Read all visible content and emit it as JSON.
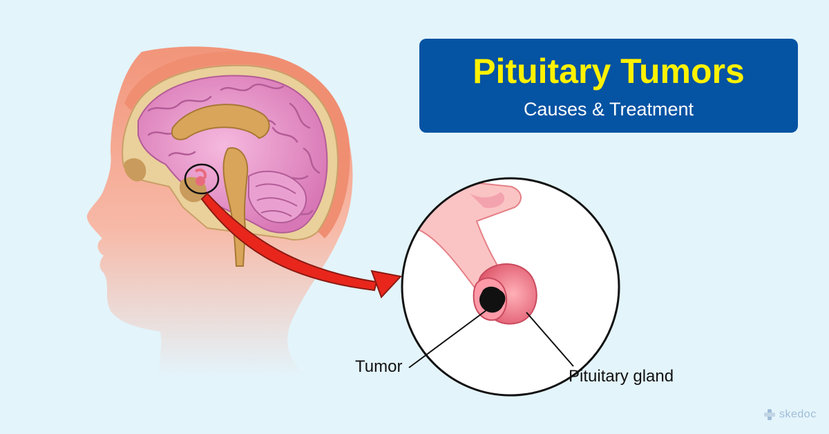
{
  "header": {
    "title": "Pituitary Tumors",
    "subtitle": "Causes & Treatment"
  },
  "labels": {
    "tumor": "Tumor",
    "gland": "Pituitary gland"
  },
  "logo": {
    "text": "skedoc"
  },
  "colors": {
    "background": "#e3f4fb",
    "title_box": "#0553a3",
    "title_text": "#fff200",
    "brain": "#e58bc4",
    "skull": "#e8c98f",
    "skin": "#f3a184",
    "arrow": "#e8261c",
    "gland": "#e86a7d"
  }
}
